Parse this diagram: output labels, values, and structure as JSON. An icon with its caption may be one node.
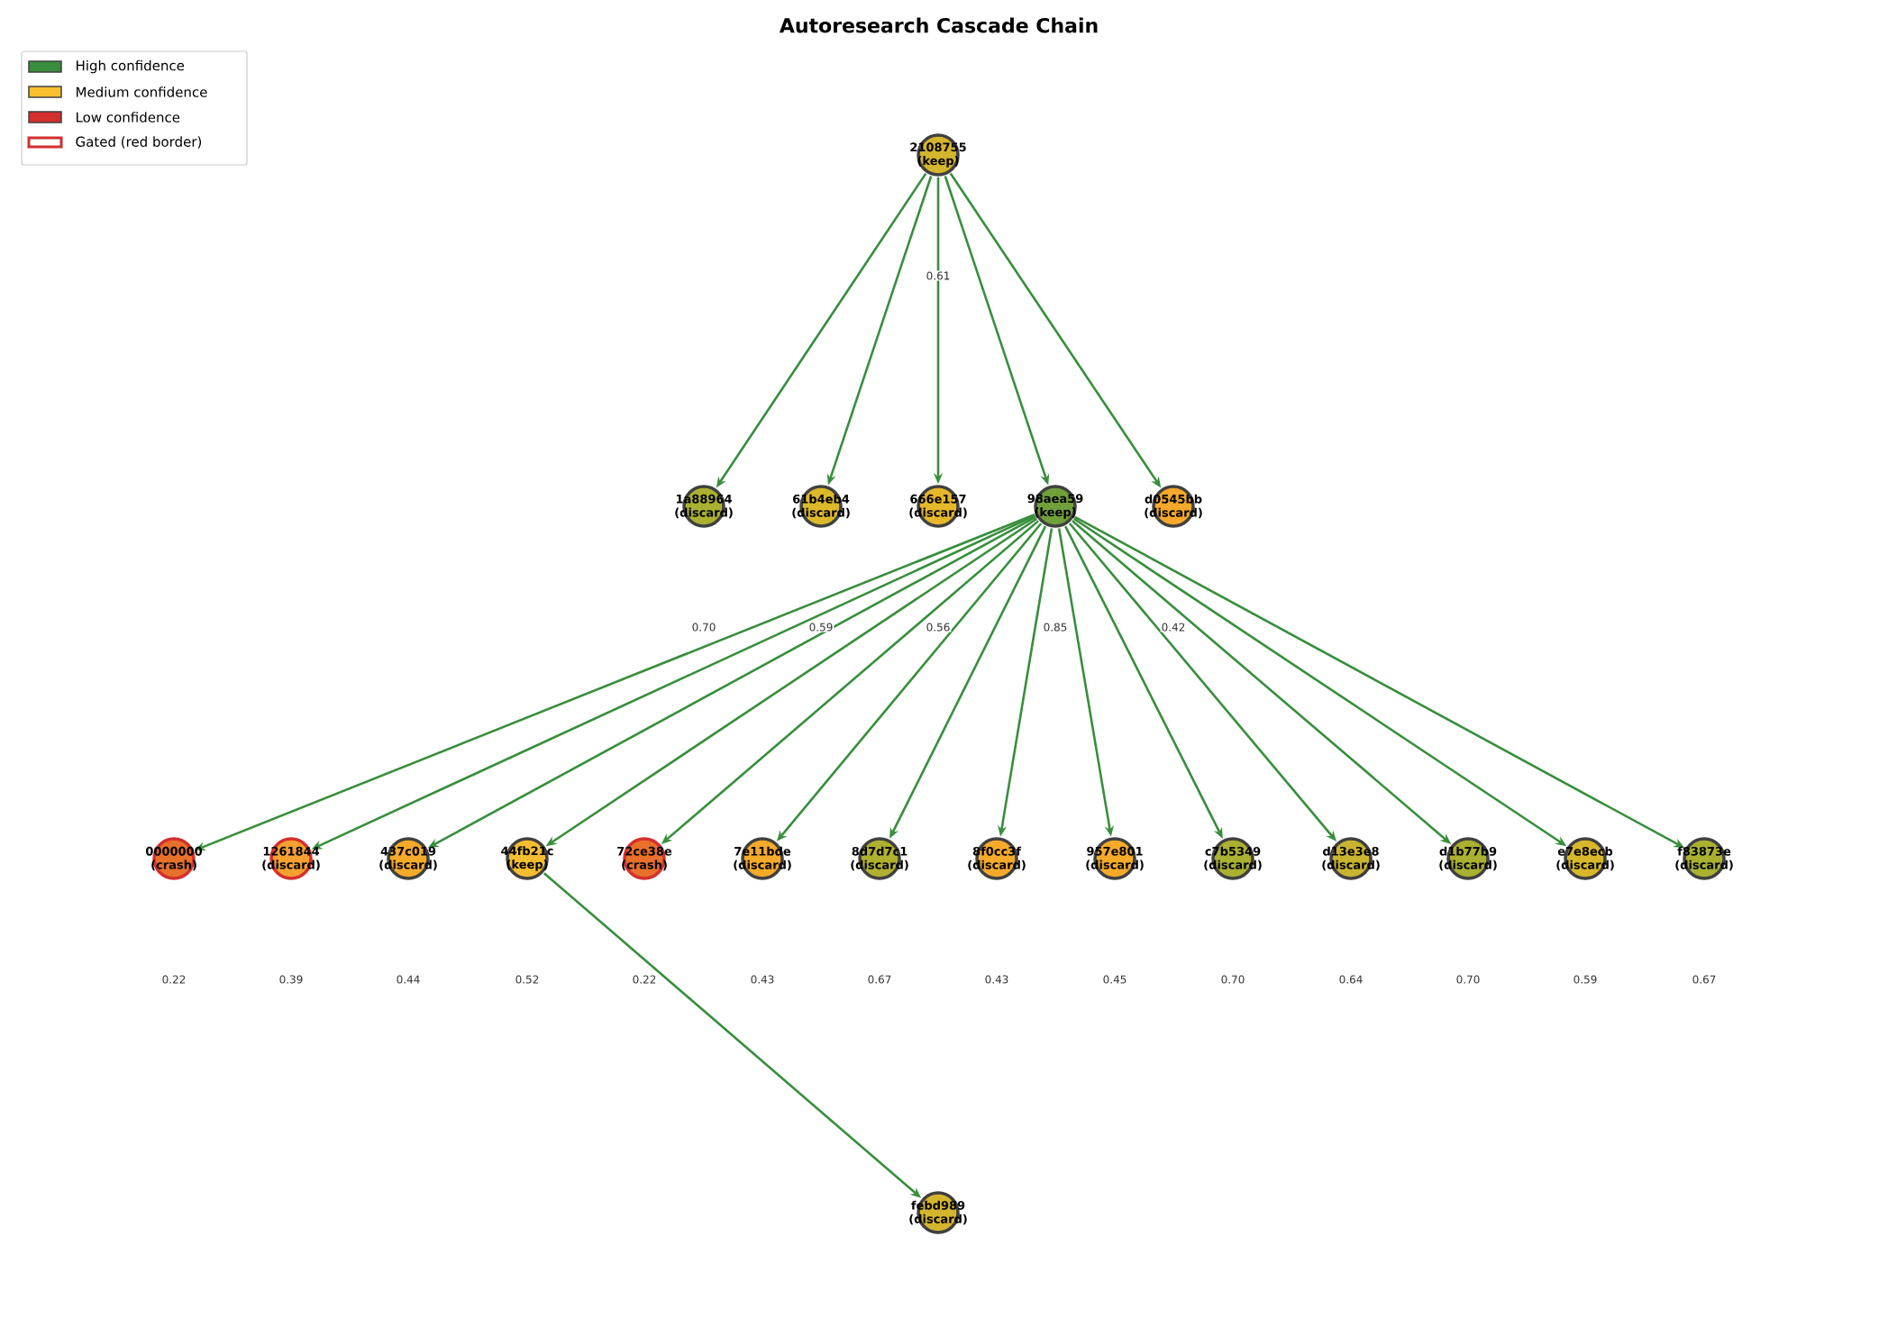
{
  "diagram": {
    "title": "Autoresearch Cascade Chain",
    "nodes": [
      {
        "text": [
          "2108755 (keep)"
        ]
      },
      {
        "text": [
          "1a88964 (discard)"
        ]
      },
      {
        "text": [
          "61b4eb4 (discard)"
        ]
      },
      {
        "text": [
          "666e157 (discard)"
        ]
      },
      {
        "text": [
          "98aea59 (keep)"
        ]
      },
      {
        "text": [
          "d0545bb (discard)"
        ]
      },
      {
        "text": [
          "0000000 (crash)"
        ]
      },
      {
        "text": [
          "1261844 (discard)"
        ]
      },
      {
        "text": [
          "437c019 (discard)"
        ]
      },
      {
        "text": [
          "44fb21c (keep)"
        ]
      },
      {
        "text": [
          "72ce38e (crash)"
        ]
      },
      {
        "text": [
          "7e11bde (discard)"
        ]
      },
      {
        "text": [
          "8d7d7c1 (discard)"
        ]
      },
      {
        "text": [
          "8f0cc3f (discard)"
        ]
      },
      {
        "text": [
          "957e801 (discard)"
        ]
      },
      {
        "text": [
          "c7b5349 (discard)"
        ]
      },
      {
        "text": [
          "d13e3e8 (discard)"
        ]
      },
      {
        "text": [
          "d1b77b9 (discard)"
        ]
      },
      {
        "text": [
          "e7e8ecb (discard)"
        ]
      },
      {
        "text": [
          "f83873e (discard)"
        ]
      },
      {
        "text": [
          "febd989 (discard)"
        ]
      }
    ],
    "edges": [
      {
        "from": 0,
        "to": 1,
        "arrow": "to"
      },
      {
        "from": 0,
        "to": 2,
        "arrow": "to"
      },
      {
        "from": 0,
        "to": 3,
        "arrow": "to"
      },
      {
        "from": 0,
        "to": 4,
        "arrow": "to"
      },
      {
        "from": 0,
        "to": 5,
        "arrow": "to"
      },
      {
        "from": 4,
        "to": 6,
        "arrow": "to"
      },
      {
        "from": 4,
        "to": 7,
        "arrow": "to"
      },
      {
        "from": 4,
        "to": 8,
        "arrow": "to"
      },
      {
        "from": 4,
        "to": 9,
        "arrow": "to"
      },
      {
        "from": 4,
        "to": 10,
        "arrow": "to"
      },
      {
        "from": 4,
        "to": 11,
        "arrow": "to"
      },
      {
        "from": 4,
        "to": 12,
        "arrow": "to"
      },
      {
        "from": 4,
        "to": 13,
        "arrow": "to"
      },
      {
        "from": 4,
        "to": 14,
        "arrow": "to"
      },
      {
        "from": 4,
        "to": 15,
        "arrow": "to"
      },
      {
        "from": 4,
        "to": 16,
        "arrow": "to"
      },
      {
        "from": 4,
        "to": 17,
        "arrow": "to"
      },
      {
        "from": 4,
        "to": 18,
        "arrow": "to"
      },
      {
        "from": 4,
        "to": 19,
        "arrow": "to"
      },
      {
        "from": 9,
        "to": 20,
        "arrow": "to"
      }
    ],
    "labels": [
      "0.61",
      "0.70",
      "0.59",
      "0.56",
      "0.85",
      "0.42",
      "0.22",
      "0.39",
      "0.44",
      "0.52",
      "0.22",
      "0.43",
      "0.67",
      "0.43",
      "0.45",
      "0.70",
      "0.64",
      "0.70",
      "0.59",
      "0.67"
    ],
    "legend": [
      {
        "text": "High confidence",
        "color": "#388e3c"
      },
      {
        "text": "Medium confidence",
        "color": "#fbc02d"
      },
      {
        "text": "Low confidence",
        "color": "#d32f2f"
      },
      {
        "text": "Gated (red border)"
      }
    ]
  }
}
